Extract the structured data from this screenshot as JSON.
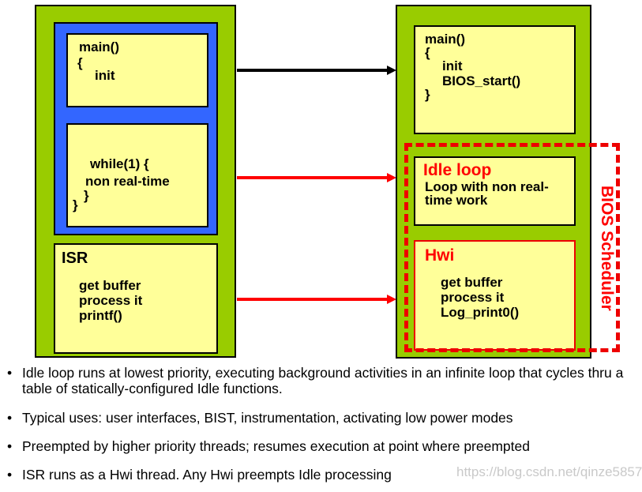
{
  "colors": {
    "panel_green": "#99cc00",
    "inner_blue": "#3366ff",
    "code_yellow": "#ffff99",
    "accent_red": "#ff0000",
    "outline_black": "#000000",
    "watermark_gray": "#c9c9c9"
  },
  "diagram": {
    "left_column": {
      "main_box": {
        "line_main": "main()",
        "line_open_brace": "{",
        "line_init": "init"
      },
      "while_box": {
        "line_while": "while(1) {",
        "line_work": "non real-time",
        "line_close_inner": "}",
        "line_close_outer": "}"
      },
      "isr_box": {
        "title": "ISR",
        "body": "get buffer\nprocess it\nprintf()"
      }
    },
    "right_column": {
      "main_box": {
        "line_main": "main()",
        "line_open_brace": "{",
        "body": "init\nBIOS_start()",
        "line_close_brace": "}"
      },
      "idle_box": {
        "title": "Idle loop",
        "body": "Loop with non real-\ntime work"
      },
      "hwi_box": {
        "title": "Hwi",
        "body": "get buffer\nprocess it\nLog_print0()"
      }
    },
    "scheduler_label": "BIOS Scheduler",
    "arrows": [
      {
        "name": "main-to-main",
        "color": "#000000"
      },
      {
        "name": "while-to-idle",
        "color": "#ff0000"
      },
      {
        "name": "isr-to-hwi",
        "color": "#ff0000"
      }
    ]
  },
  "bullets": {
    "marker": "•",
    "items": [
      "Idle loop runs at lowest priority, executing background activities in an infinite loop that cycles thru a table of statically-configured Idle functions.",
      "Typical uses: user interfaces, BIST, instrumentation, activating low power modes",
      "Preempted by higher priority threads; resumes execution at point where preempted",
      "ISR runs as a Hwi thread.  Any Hwi preempts Idle processing"
    ]
  },
  "watermark": "https://blog.csdn.net/qinze5857"
}
